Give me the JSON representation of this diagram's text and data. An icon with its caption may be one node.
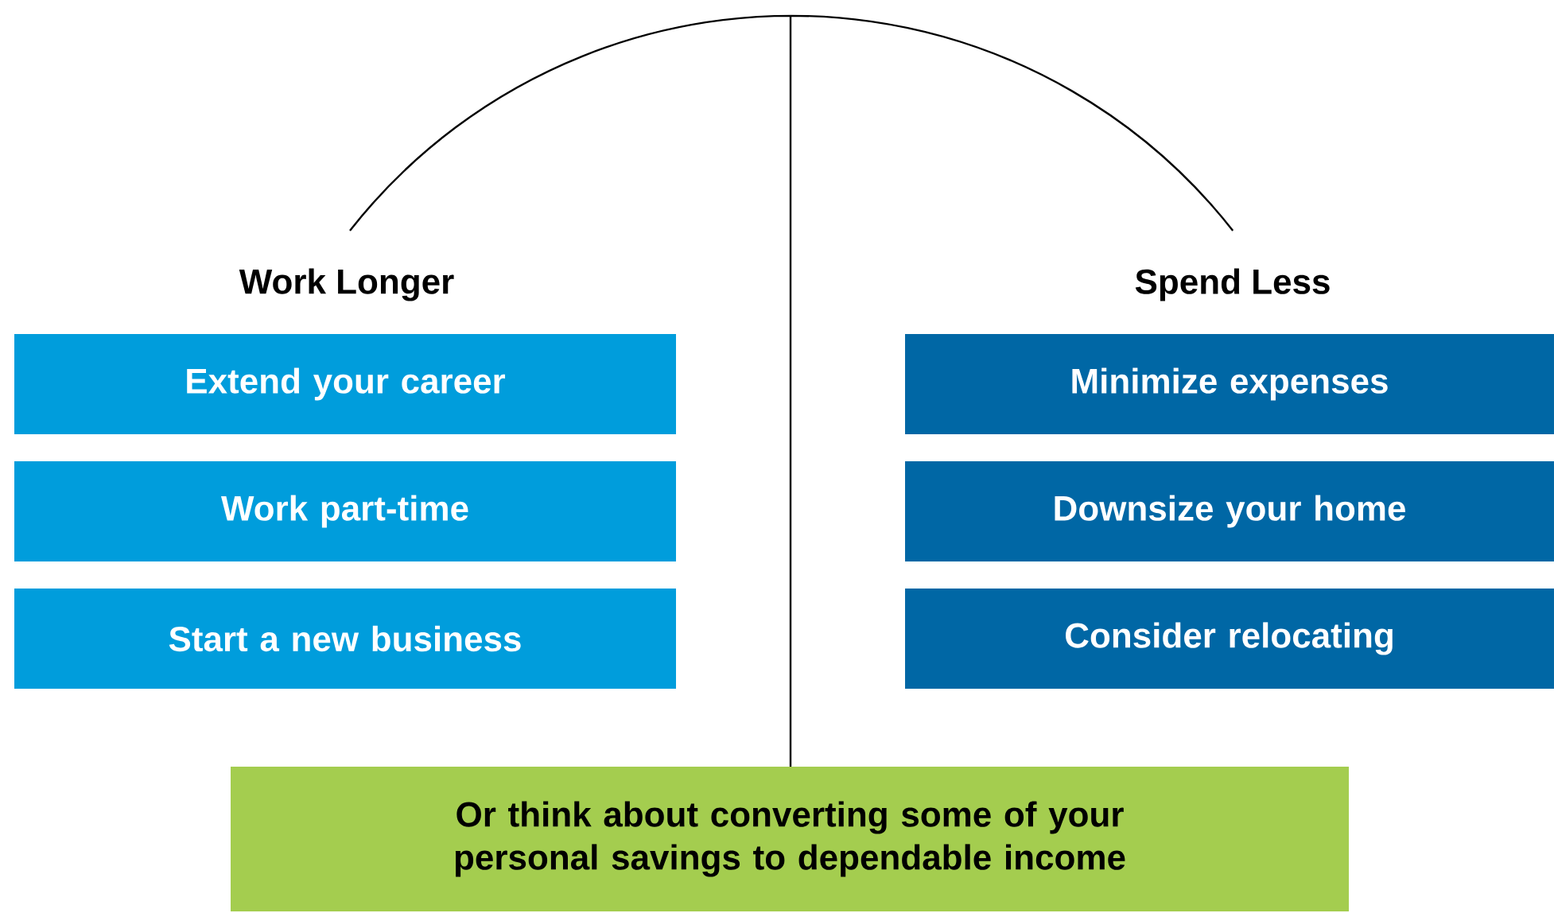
{
  "diagram": {
    "nodes": [
      {
        "text": [
          "Extend your career"
        ]
      },
      {
        "text": [
          "Work part-time"
        ]
      },
      {
        "text": [
          "Start a new business"
        ]
      },
      {
        "text": [
          "Minimize expenses"
        ]
      },
      {
        "text": [
          "Downsize your home"
        ]
      },
      {
        "text": [
          "Consider relocating"
        ]
      },
      {
        "text": [
          "Or think about converting some of your personal savings to dependable income"
        ]
      }
    ],
    "labels": [
      "Work Longer",
      "Spend Less"
    ]
  }
}
